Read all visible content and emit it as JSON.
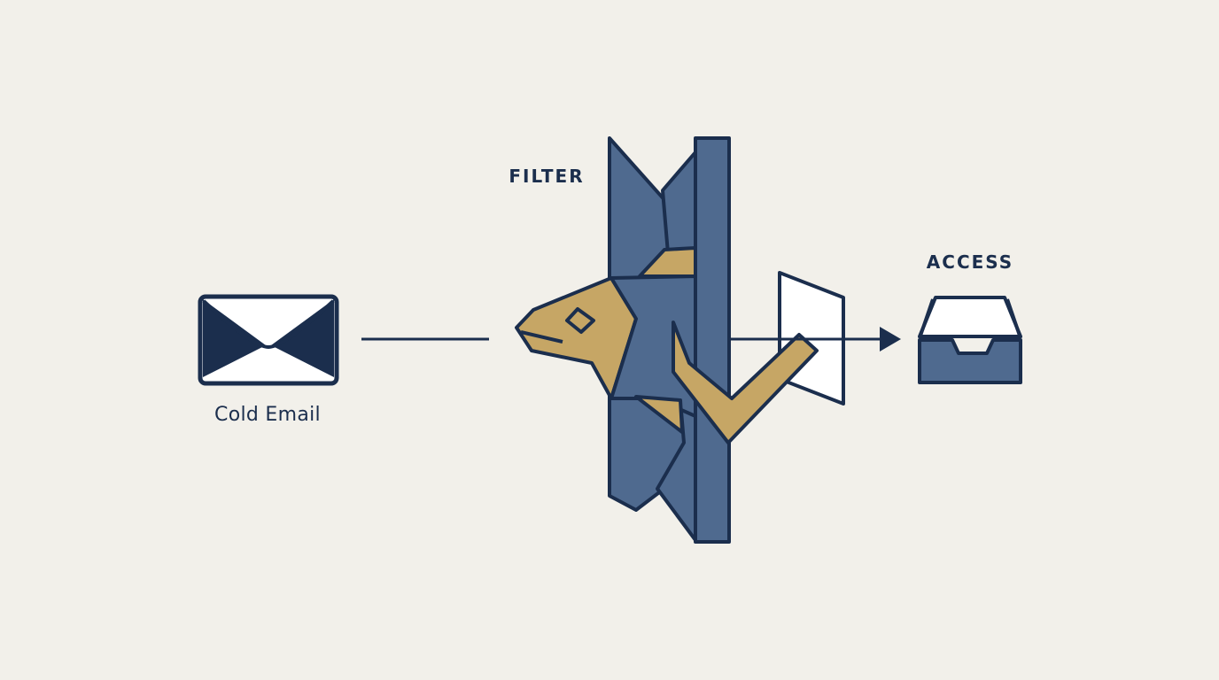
{
  "labels": {
    "cold_email": "Cold Email",
    "filter": "FILTER",
    "access": "ACCESS"
  },
  "icons": {
    "source": "envelope-icon",
    "filter": "fish-hook-wall-icon",
    "destination": "inbox-tray-icon"
  },
  "colors": {
    "background": "#f2f0ea",
    "navy": "#1b2e4d",
    "slate_blue": "#4f6a8f",
    "gold": "#c6a665",
    "white": "#ffffff"
  }
}
